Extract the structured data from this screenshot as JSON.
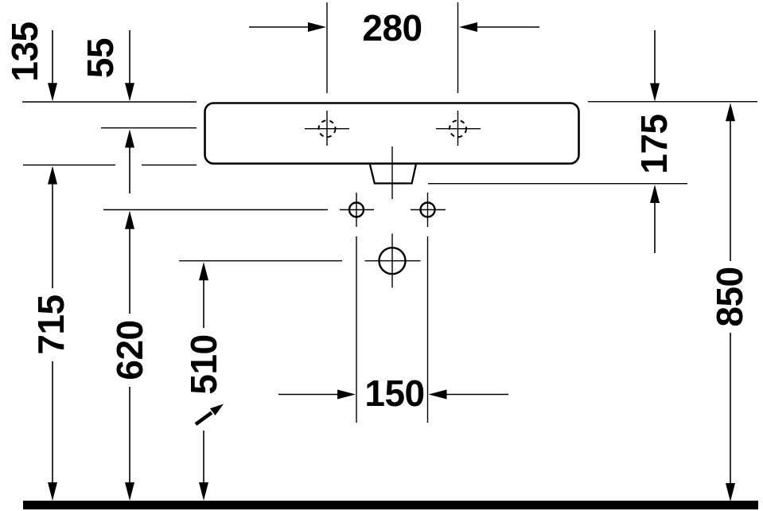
{
  "drawing": {
    "kind": "washbasin installation dimension drawing",
    "colors": {
      "ink": "#000000",
      "background": "#ffffff"
    },
    "labels": {
      "d280": "280",
      "d135": "135",
      "d55": "55",
      "d175": "175",
      "d715": "715",
      "d620": "620",
      "d510": "510",
      "d150": "150",
      "d850": "850"
    },
    "dimension_values": [
      280,
      135,
      55,
      175,
      715,
      620,
      510,
      150,
      850
    ],
    "parts": [
      "basin-outline",
      "tap-hole-left",
      "tap-hole-right",
      "overflow-spigot",
      "fixing-hole-left",
      "fixing-hole-right",
      "drain-hole",
      "floor-line",
      "diagonal-adjust-arrow"
    ]
  }
}
